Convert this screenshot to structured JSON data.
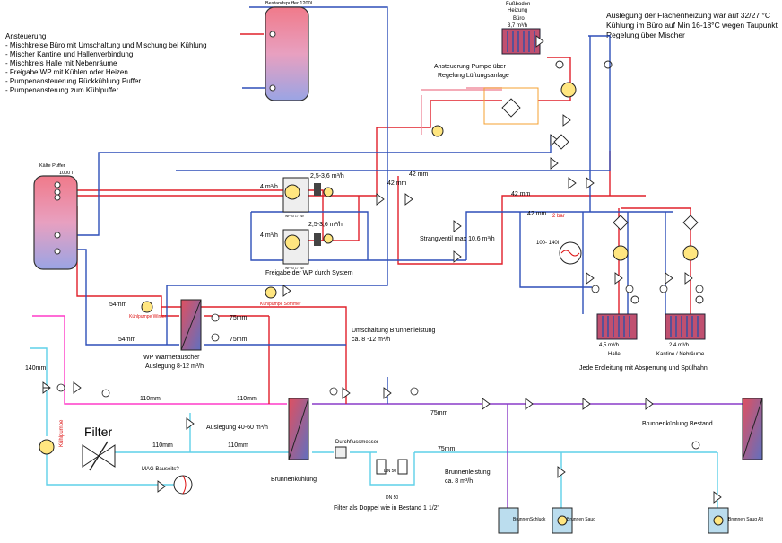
{
  "header_notes": {
    "title": "Ansteuerung",
    "items": [
      "- Mischkreise Büro mit Umschaltung und Mischung bei Kühlung",
      "- Mischer Kantine und Hallenverbindung",
      "- Mischkreis Halle mit Nebenräume",
      "- Freigabe WP mit Kühlen oder Heizen",
      "- Pumpenansteuerung Rückkühlung Puffer",
      "- Pumpenansterung zum Kühlpuffer"
    ]
  },
  "design_notes": [
    "Auslegung der Flächenheizung war auf 32/27 °C",
    " Kühlung im Büro auf Min 16-18°C wegen Taupunkt",
    "Regelung über Mischer"
  ],
  "tanks": {
    "bestandspuffer": "Bestandspuffer 1200l",
    "kaelte_puffer": "Kälte Puffer",
    "kaelte_volume": "1000 l"
  },
  "floor_heating": {
    "title1": "Fußboden",
    "title2": "Heizung",
    "room": "Büro",
    "flow": "3,7 m³/h"
  },
  "pump_control": {
    "line1": "Ansteuerung Pumpe über",
    "line2": "Regelung Lüftungsanlage"
  },
  "heat_pumps": {
    "flow_top": "2,5-3,6 m³/h",
    "flow_bottom": "2,5-3,6 m³/h",
    "pipe_top": "4 m³/h",
    "pipe_bottom": "4 m³/h",
    "model": "WP SI 17 kW",
    "release": "Freigabe der WP durch System"
  },
  "pipes": {
    "p42a": "42 mm",
    "p42b": "42 mm",
    "p42c": "42 mm",
    "p42d": "42 mm",
    "p54": "54mm",
    "p54b": "54mm",
    "p75a": "75mm",
    "p75b": "75mm",
    "p75c": "75mm",
    "p75d": "75mm",
    "p110a": "110mm",
    "p110b": "110mm",
    "p110c": "110mm",
    "p110d": "110mm",
    "p140": "140mm"
  },
  "strangventil": "Strangventil max 10,6 m³/h",
  "pressure": "2 bar",
  "expansion": "100- 140l",
  "hall": {
    "flow": "4,5 m³/h",
    "name": "Halle"
  },
  "canteen": {
    "flow": "2,4  m³/h",
    "name": "Kantine / Nebräume"
  },
  "earth_lines": "Jede Erdleitung mit Absperrung und Spülhahn",
  "pumps": {
    "winter": "Kühlpumpe Winter",
    "summer": "Kühlpumpe Sommer",
    "well": "Kühlpumpe"
  },
  "exchanger": {
    "title": "WP Wärmetauscher",
    "design": "Auslegung 8-12 m³/h"
  },
  "switching": {
    "line1": "Umschaltung Brunnenleistung",
    "line2": "ca. 8 -12 m³/h"
  },
  "filter": "Filter",
  "mag": "MAG Bauseits?",
  "design_main": "Auslegung 40-60 m³/h",
  "brunnenkuehlung": "Brunnenkühlung",
  "brunnenkuehlung_bestand": "Brunnenkühlung Bestand",
  "flowmeter": "Durchflussmesser",
  "dn50a": "DN 50",
  "dn50b": "DN 50",
  "well_power": {
    "line1": "Brunnenleistung",
    "line2": "ca. 8 m³/h"
  },
  "filter_double": "Filter als Doppel wie in Bestand 1 1/2\"",
  "wells": {
    "schluck": "BrunnenSchluck",
    "saug": "Brunnen Saug",
    "saug_alt": "Brunnen Saug Alt"
  },
  "colors": {
    "red": "#e0202a",
    "blue": "#2e4fb8",
    "pink": "#ff3cc8",
    "cyan": "#5fd0e8",
    "purple": "#8a3cc8",
    "tank_red": "#f08a96",
    "tank_blue": "#a8b0e6"
  }
}
